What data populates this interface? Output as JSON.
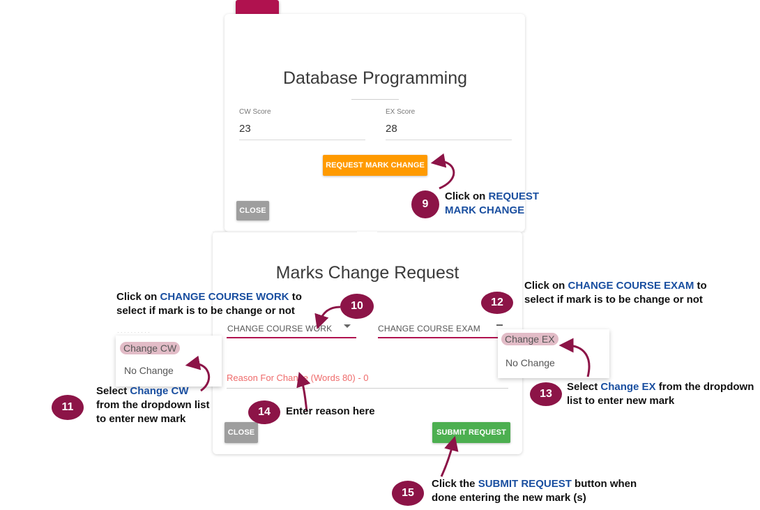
{
  "card1": {
    "title": "Database Programming",
    "cw_label": "CW Score",
    "cw_value": "23",
    "ex_label": "EX Score",
    "ex_value": "28",
    "request_btn": "REQUEST MARK CHANGE",
    "close_btn": "CLOSE"
  },
  "card2": {
    "title": "Marks Change Request",
    "select_cw": "CHANGE COURSE WORK",
    "select_ex": "CHANGE COURSE EXAM",
    "reason_placeholder": "Reason For Change (Words 80) - 0",
    "close_btn": "CLOSE",
    "submit_btn": "SUBMIT REQUEST"
  },
  "dropdown_cw": {
    "selected": "Change CW",
    "other": "No Change"
  },
  "dropdown_ex": {
    "selected": "Change EX",
    "other": "No Change"
  },
  "annotations": {
    "a9": {
      "num": "9",
      "pre": "Click on ",
      "hl": "REQUEST MARK CHANGE",
      "post": ""
    },
    "a10": {
      "num": "10",
      "pre": "Click on ",
      "hl": "CHANGE COURSE WORK",
      "post": " to select if mark is to be change or not"
    },
    "a11": {
      "num": "11",
      "pre": "Select ",
      "hl": "Change CW",
      "post": " from the dropdown list to enter new mark"
    },
    "a12": {
      "num": "12",
      "pre": "Click on ",
      "hl": "CHANGE COURSE EXAM",
      "post": " to select if mark is to be change or not"
    },
    "a13": {
      "num": "13",
      "pre": "Select ",
      "hl": "Change EX",
      "post": " from the dropdown list to enter new mark"
    },
    "a14": {
      "num": "14",
      "text": "Enter  reason here"
    },
    "a15": {
      "num": "15",
      "pre": "Click the ",
      "hl": "SUBMIT REQUEST",
      "post": " button when done entering the new mark (s)"
    }
  },
  "colors": {
    "accent": "#b0124f",
    "badge": "#8c1447",
    "highlight": "#1a4fa0",
    "request_button": "#ff9a00",
    "submit_button": "#4caf50",
    "close_button": "#9e9e9e"
  },
  "icons": {
    "fab": "plus-box-icon",
    "select": "caret-down-icon"
  }
}
